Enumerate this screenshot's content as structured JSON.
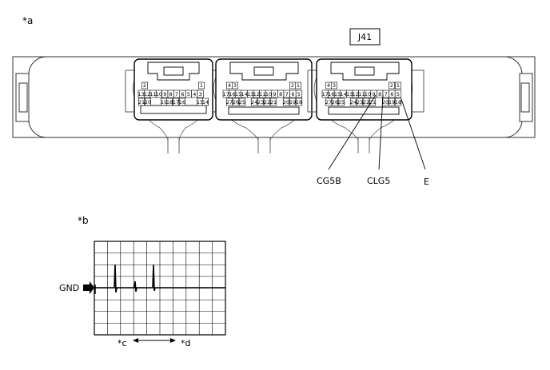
{
  "labels": {
    "view_a": "*a",
    "view_b": "*b",
    "time_c": "*c",
    "time_d": "*d",
    "connector_id": "J41",
    "gnd": "GND",
    "terminals": [
      "CG5B",
      "CLG5",
      "E"
    ]
  },
  "connectors": [
    {
      "top_row": [
        "2",
        "1"
      ],
      "mid_row": [
        "13",
        "12",
        "11",
        "10",
        "9",
        "8",
        "7",
        "6",
        "5",
        "4",
        "3"
      ],
      "bot_row": [
        "21",
        "20",
        "19",
        "18",
        "17",
        "16",
        "15",
        "14"
      ]
    },
    {
      "top_row": [
        "4",
        "3",
        "2",
        "1"
      ],
      "mid_row": [
        "17",
        "16",
        "15",
        "14",
        "13",
        "12",
        "11",
        "10",
        "9",
        "8",
        "7",
        "6",
        "5"
      ],
      "bot_row": [
        "27",
        "26",
        "25",
        "24",
        "23",
        "22",
        "21",
        "20",
        "19",
        "18"
      ]
    },
    {
      "top_row": [
        "4",
        "3",
        "2",
        "1"
      ],
      "mid_row": [
        "17",
        "16",
        "15",
        "14",
        "13",
        "12",
        "11",
        "10",
        "9",
        "8",
        "7",
        "6",
        "5"
      ],
      "bot_row": [
        "27",
        "26",
        "25",
        "24",
        "23",
        "22",
        "21",
        "20",
        "19",
        "18"
      ]
    }
  ],
  "waveform": {
    "signal": "flat at ground level with brief spikes",
    "grid": true
  }
}
